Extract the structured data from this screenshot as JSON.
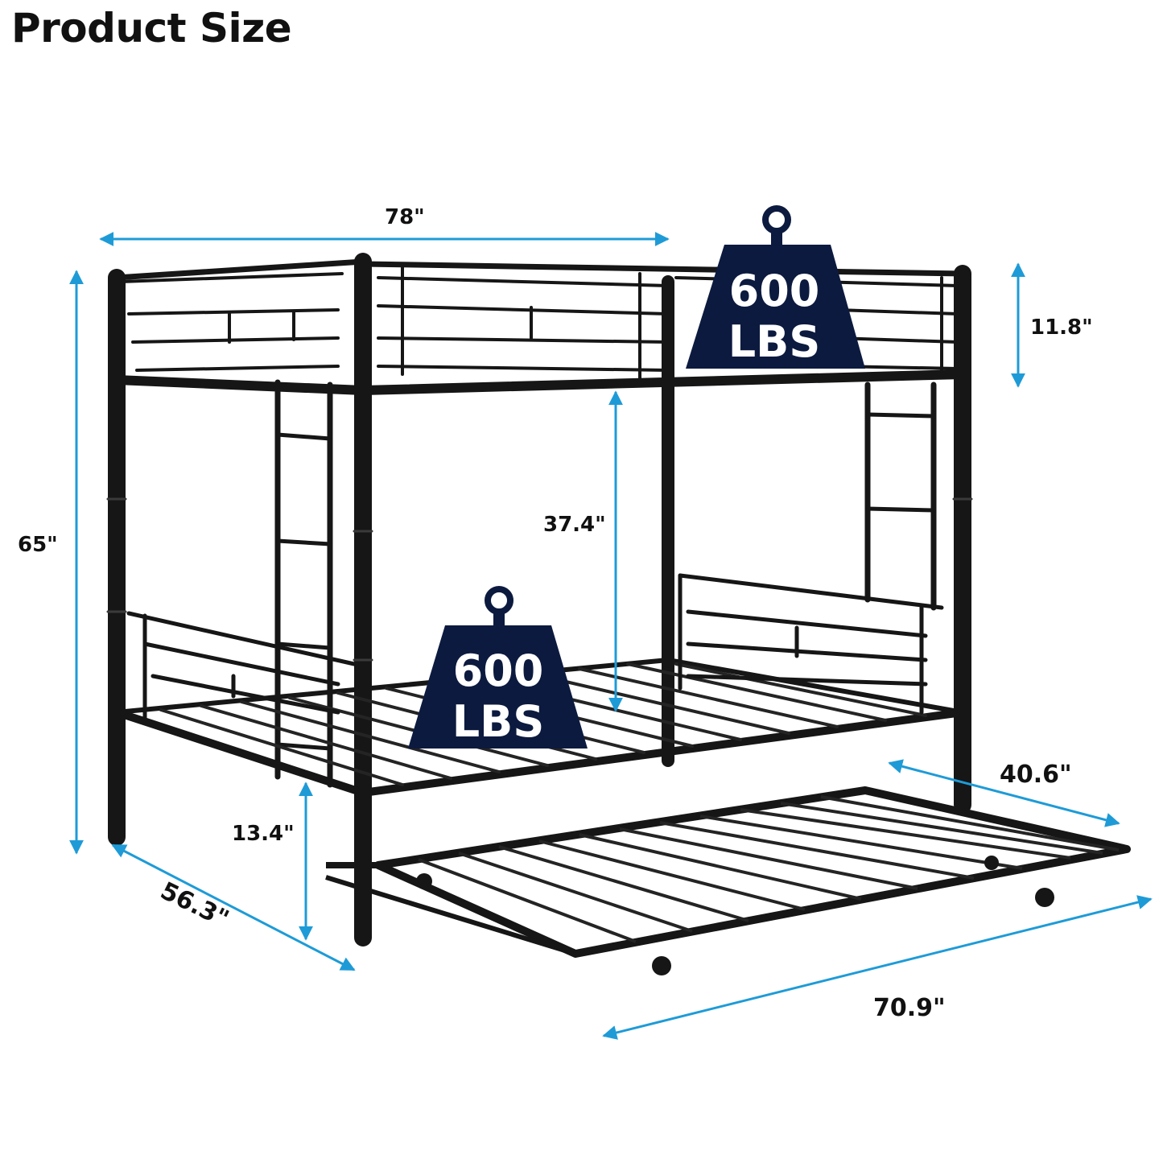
{
  "title": "Product Size",
  "colors": {
    "dimension_line": "#1e9bd7",
    "frame": "#161616",
    "weight_badge": "#0c1a3f",
    "text": "#111111"
  },
  "dimensions": {
    "width_top": "78\"",
    "guardrail_height": "11.8\"",
    "total_height": "65\"",
    "clearance_between_bunks": "37.4\"",
    "bottom_bunk_clearance": "13.4\"",
    "depth": "56.3\"",
    "trundle_width": "40.6\"",
    "trundle_length": "70.9\""
  },
  "weight_badges": {
    "top": {
      "value": "600",
      "unit": "LBS"
    },
    "bottom": {
      "value": "600",
      "unit": "LBS"
    }
  }
}
